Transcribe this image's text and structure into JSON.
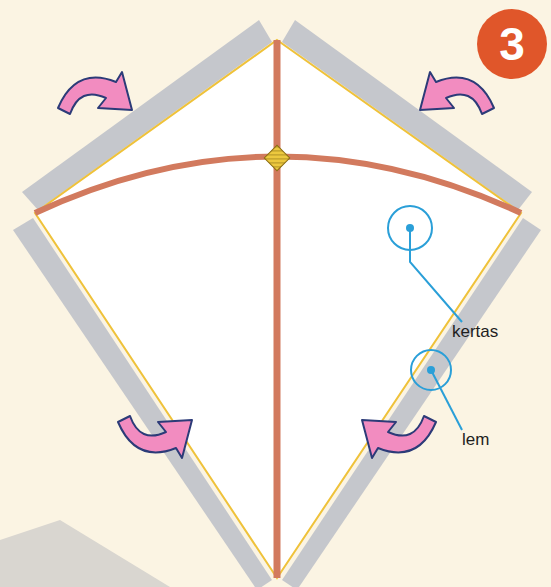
{
  "diagram": {
    "nodes": [
      {
        "text": [
          "3"
        ]
      }
    ],
    "labels": [
      "kertas",
      "lem"
    ]
  }
}
